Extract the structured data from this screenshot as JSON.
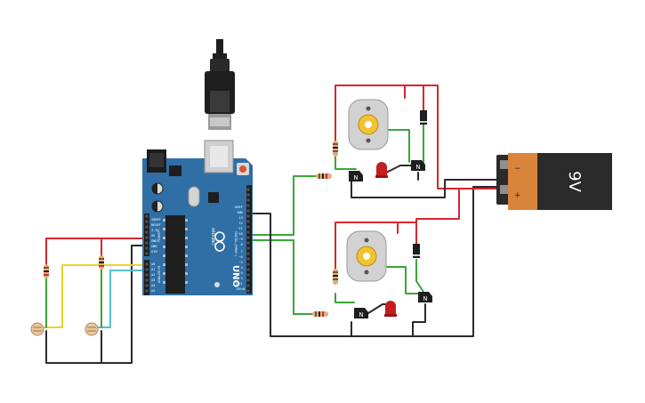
{
  "battery": {
    "label": "9V",
    "minus": "−",
    "plus": "+"
  },
  "arduino": {
    "brand": "ARDUINO",
    "model": "UNO",
    "power_pins": [
      "IOREF",
      "RESET",
      "3.3V",
      "5V",
      "GND",
      "GND",
      "VIN"
    ],
    "analog_pins": [
      "A0",
      "A1",
      "A2",
      "A3",
      "A4",
      "A5"
    ],
    "digital_pins": [
      "AREF",
      "GND",
      "13",
      "12",
      "~11",
      "~10",
      "~9",
      "8",
      "7",
      "~6",
      "~5",
      "4",
      "~3",
      "2",
      "TX>1",
      "RX<0"
    ],
    "section_analog": "ANALOG IN",
    "section_power": "POWER",
    "section_digital": "DIGITAL (PWM~)"
  },
  "transistor": {
    "label": "N"
  },
  "colors": {
    "wire_red": "#d6262f",
    "wire_black": "#2b2b2b",
    "wire_green": "#3aa63a",
    "wire_yellow": "#e6d52a",
    "wire_cyan": "#58bcd0",
    "board_blue": "#2f6fa6",
    "battery_orange": "#d9843b",
    "battery_black": "#2a2a2a",
    "led_red": "#c41e1e"
  }
}
